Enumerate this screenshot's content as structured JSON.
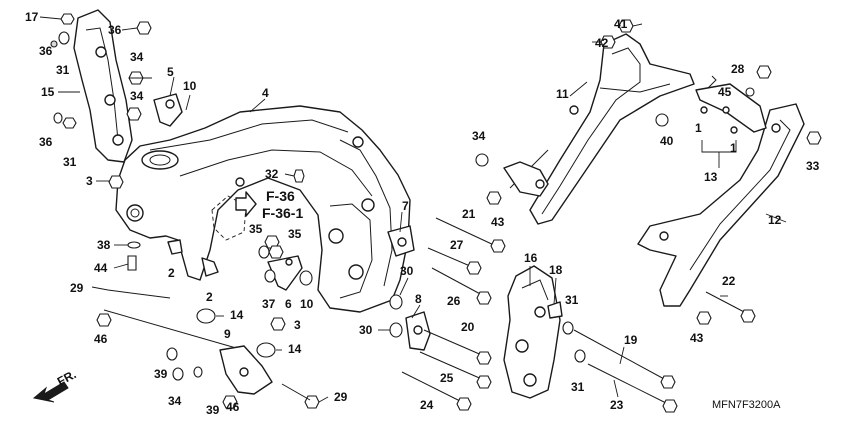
{
  "diagram": {
    "code": "MFN7F3200A",
    "refs": [
      "F-36",
      "F-36-1"
    ],
    "arrow_label": "FR."
  },
  "labels": [
    {
      "id": "l17",
      "text": "17"
    },
    {
      "id": "l36a",
      "text": "36"
    },
    {
      "id": "l31a",
      "text": "31"
    },
    {
      "id": "l15",
      "text": "15"
    },
    {
      "id": "l36b",
      "text": "36"
    },
    {
      "id": "l31b",
      "text": "31"
    },
    {
      "id": "l3a",
      "text": "3"
    },
    {
      "id": "l36c",
      "text": "36"
    },
    {
      "id": "l34a",
      "text": "34"
    },
    {
      "id": "l34b",
      "text": "34"
    },
    {
      "id": "l5",
      "text": "5"
    },
    {
      "id": "l10a",
      "text": "10"
    },
    {
      "id": "l4",
      "text": "4"
    },
    {
      "id": "l32",
      "text": "32"
    },
    {
      "id": "l38",
      "text": "38"
    },
    {
      "id": "l2a",
      "text": "2"
    },
    {
      "id": "l44",
      "text": "44"
    },
    {
      "id": "l2b",
      "text": "2"
    },
    {
      "id": "l29a",
      "text": "29"
    },
    {
      "id": "l35a",
      "text": "35"
    },
    {
      "id": "l35b",
      "text": "35"
    },
    {
      "id": "l37",
      "text": "37"
    },
    {
      "id": "l6",
      "text": "6"
    },
    {
      "id": "l10b",
      "text": "10"
    },
    {
      "id": "l3b",
      "text": "3"
    },
    {
      "id": "l14a",
      "text": "14"
    },
    {
      "id": "l14b",
      "text": "14"
    },
    {
      "id": "l46a",
      "text": "46"
    },
    {
      "id": "l9",
      "text": "9"
    },
    {
      "id": "l39a",
      "text": "39"
    },
    {
      "id": "l34c",
      "text": "34"
    },
    {
      "id": "l39b",
      "text": "39"
    },
    {
      "id": "l46b",
      "text": "46"
    },
    {
      "id": "l29b",
      "text": "29"
    },
    {
      "id": "l7",
      "text": "7"
    },
    {
      "id": "l30a",
      "text": "30"
    },
    {
      "id": "l8",
      "text": "8"
    },
    {
      "id": "l30b",
      "text": "30"
    },
    {
      "id": "l21",
      "text": "21"
    },
    {
      "id": "l43a",
      "text": "43"
    },
    {
      "id": "l27",
      "text": "27"
    },
    {
      "id": "l26",
      "text": "26"
    },
    {
      "id": "l20",
      "text": "20"
    },
    {
      "id": "l25",
      "text": "25"
    },
    {
      "id": "l24",
      "text": "24"
    },
    {
      "id": "l16",
      "text": "16"
    },
    {
      "id": "l18",
      "text": "18"
    },
    {
      "id": "l31c",
      "text": "31"
    },
    {
      "id": "l31d",
      "text": "31"
    },
    {
      "id": "l19",
      "text": "19"
    },
    {
      "id": "l23",
      "text": "23"
    },
    {
      "id": "l34d",
      "text": "34"
    },
    {
      "id": "l41",
      "text": "41"
    },
    {
      "id": "l42",
      "text": "42"
    },
    {
      "id": "l11",
      "text": "11"
    },
    {
      "id": "l28",
      "text": "28"
    },
    {
      "id": "l45",
      "text": "45"
    },
    {
      "id": "l40",
      "text": "40"
    },
    {
      "id": "l1a",
      "text": "1"
    },
    {
      "id": "l1b",
      "text": "1"
    },
    {
      "id": "l13",
      "text": "13"
    },
    {
      "id": "l33",
      "text": "33"
    },
    {
      "id": "l12",
      "text": "12"
    },
    {
      "id": "l22",
      "text": "22"
    },
    {
      "id": "l43b",
      "text": "43"
    }
  ]
}
